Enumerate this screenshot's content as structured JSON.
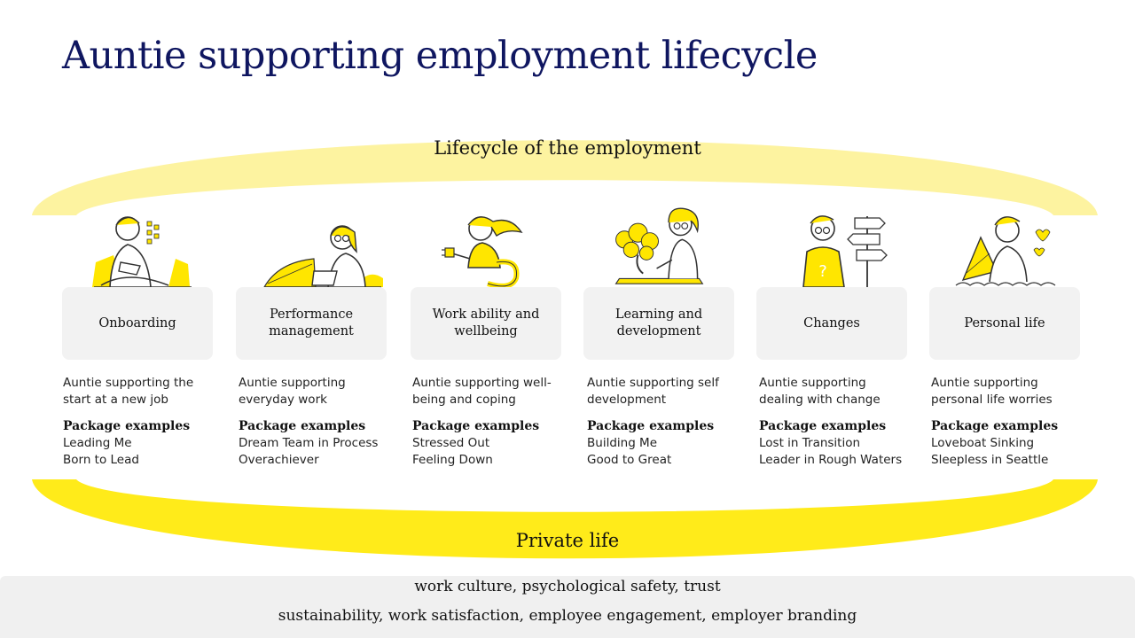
{
  "title": "Auntie supporting employment lifecycle",
  "lifecycle_label": "Lifecycle of the employment",
  "private_label": "Private life",
  "colors": {
    "title": "#0f1660",
    "top_arc": "#fdf3a0",
    "bottom_arc": "#ffe600",
    "box": "#f2f2f2"
  },
  "stages": [
    {
      "name": "Onboarding",
      "icon": "person-reading-icon",
      "description": "Auntie supporting the start at a new job",
      "package_heading": "Package examples",
      "packages": [
        "Leading Me",
        "Born to Lead"
      ]
    },
    {
      "name": "Performance management",
      "icon": "person-laptop-icon",
      "description": "Auntie supporting everyday work",
      "package_heading": "Package examples",
      "packages": [
        "Dream Team in Process",
        "Overachiever"
      ]
    },
    {
      "name": "Work ability and wellbeing",
      "icon": "person-unplugged-icon",
      "description": "Auntie supporting well-being and coping",
      "package_heading": "Package examples",
      "packages": [
        "Stressed Out",
        "Feeling Down"
      ]
    },
    {
      "name": "Learning and development",
      "icon": "person-bonsai-icon",
      "description": "Auntie supporting self development",
      "package_heading": "Package examples",
      "packages": [
        "Building Me",
        "Good to Great"
      ]
    },
    {
      "name": "Changes",
      "icon": "person-signpost-icon",
      "description": "Auntie supporting dealing with change",
      "package_heading": "Package examples",
      "packages": [
        "Lost in Transition",
        "Leader in Rough Waters"
      ]
    },
    {
      "name": "Personal life",
      "icon": "person-sinking-boat-icon",
      "description": "Auntie supporting personal life worries",
      "package_heading": "Package examples",
      "packages": [
        "Loveboat Sinking",
        "Sleepless in Seattle"
      ]
    }
  ],
  "bottom": {
    "line1": "work culture, psychological safety, trust",
    "line2": "sustainability, work satisfaction, employee engagement, employer branding"
  }
}
